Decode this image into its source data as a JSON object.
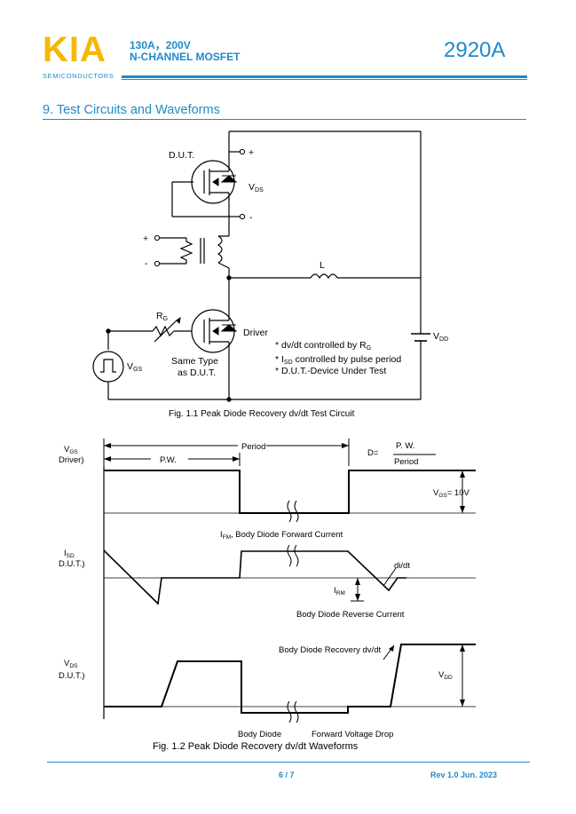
{
  "header": {
    "logo": "KIA",
    "logo_sub": "SEMICONDUCTORS",
    "line1": "130A，200V",
    "line2": "N-CHANNEL MOSFET",
    "part_number": "2920A"
  },
  "section_title": "9.  Test Circuits and Waveforms",
  "circuit": {
    "dut_label": "D.U.T.",
    "plus": "+",
    "minus": "-",
    "vds_main": "V",
    "vds_sub": "DS",
    "inductor": "L",
    "rg_main": "R",
    "rg_sub": "G",
    "driver": "Driver",
    "vgs_main": "V",
    "vgs_sub": "GS",
    "vdd_main": "V",
    "vdd_sub": "DD",
    "same_type_1": "Same Type",
    "same_type_2": "as D.U.T.",
    "note1_pre": "* dv/dt controlled by R",
    "note1_sub": "G",
    "note2_pre": "* I",
    "note2_sub": "SD",
    "note2_post": " controlled by pulse period",
    "note3": "* D.U.T.-Device Under Test",
    "caption": "Fig. 1.1 Peak Diode Recovery dv/dt Test Circuit"
  },
  "waveforms": {
    "vgs_label_1": "V",
    "vgs_label_sub": "GS",
    "vgs_label_2": "Driver)",
    "period": "Period",
    "pw": "P.W.",
    "duty_prefix": "D=",
    "duty_num": "P. W.",
    "duty_den": "Period",
    "vgs10_pre": "V",
    "vgs10_sub": "GS",
    "vgs10_post": "= 10V",
    "isd_label_1": "I",
    "isd_label_sub": "SD",
    "isd_label_2": "D.U.T.)",
    "ifm_pre": "I",
    "ifm_sub": "FM",
    "ifm_post": ", Body Diode Forward Current",
    "didt": "di/dt",
    "irm_pre": "I",
    "irm_sub": "RM",
    "reverse_current": "Body Diode Reverse Current",
    "vds_label_1": "V",
    "vds_label_sub": "DS",
    "vds_label_2": "D.U.T.)",
    "recovery": "Body Diode Recovery dv/dt",
    "vdd_pre": "V",
    "vdd_sub": "DD",
    "body_diode": "Body Diode",
    "forward_drop": "Forward Voltage Drop",
    "caption": "Fig. 1.2 Peak Diode Recovery dv/dt Waveforms"
  },
  "footer": {
    "page": "6 / 7",
    "revision": "Rev 1.0    Jun. 2023"
  },
  "colors": {
    "brand_blue": "#1e8ac9",
    "logo_yellow": "#f5b800"
  }
}
